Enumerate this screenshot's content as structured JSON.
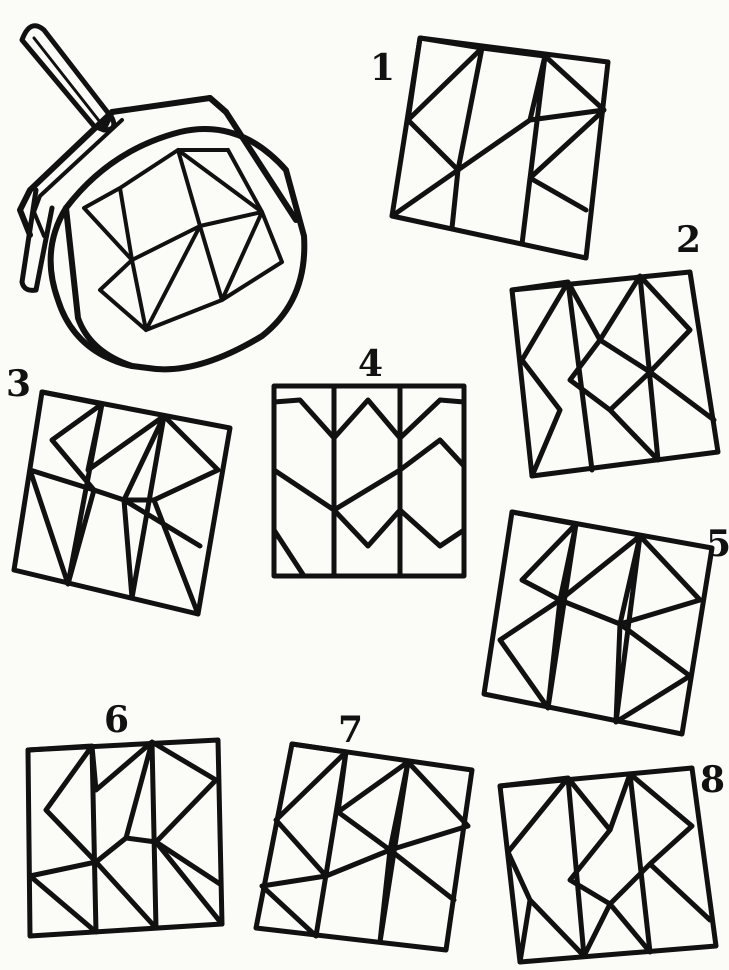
{
  "roller": {
    "icon": "paint-roller-icon"
  },
  "options": [
    {
      "label": "1"
    },
    {
      "label": "2"
    },
    {
      "label": "3"
    },
    {
      "label": "4"
    },
    {
      "label": "5"
    },
    {
      "label": "6"
    },
    {
      "label": "7"
    },
    {
      "label": "8"
    }
  ],
  "colors": {
    "ink": "#111111",
    "paper": "#fbfbf8"
  }
}
